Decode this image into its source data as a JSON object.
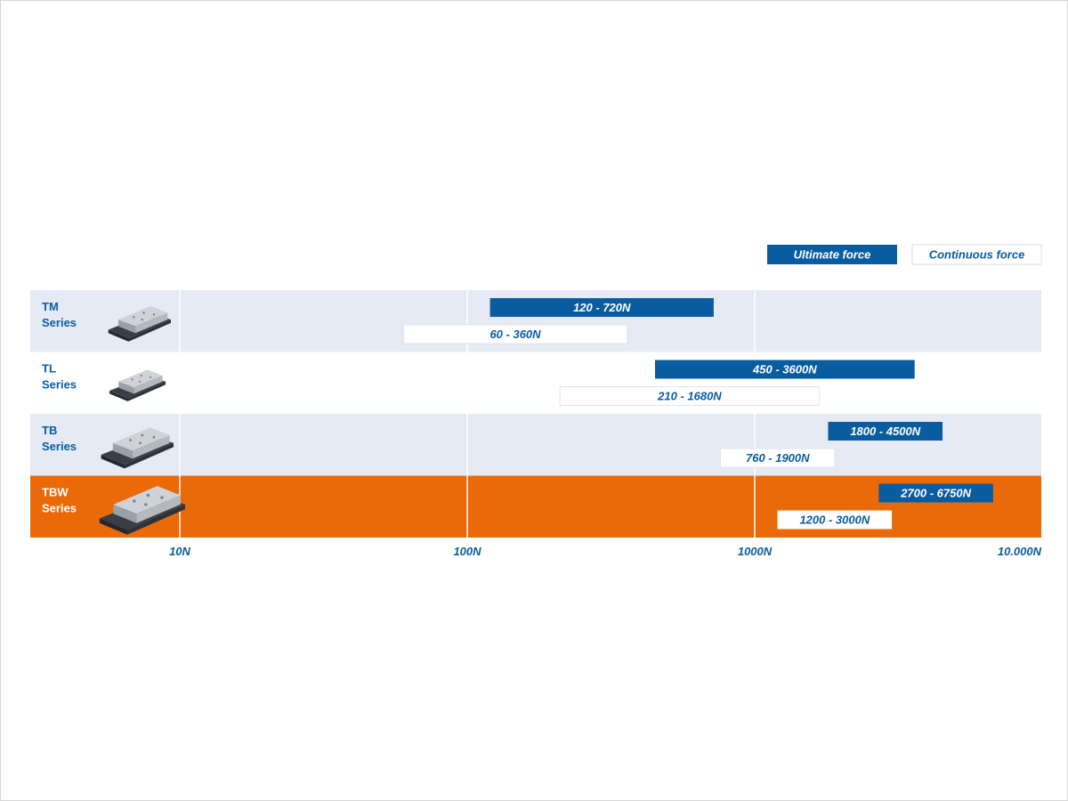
{
  "chart_data": {
    "type": "bar",
    "x_scale": "log",
    "xlim": [
      3,
      10000
    ],
    "x_ticks": [
      {
        "value": 10,
        "label": "10N"
      },
      {
        "value": 100,
        "label": "100N"
      },
      {
        "value": 1000,
        "label": "1000N"
      },
      {
        "value": 10000,
        "label": "10.000N"
      }
    ],
    "legend": {
      "placement": "top-right",
      "entries": [
        {
          "key": "ultimate",
          "label": "Ultimate force"
        },
        {
          "key": "continuous",
          "label": "Continuous force"
        }
      ]
    },
    "grid": true,
    "categories": [
      {
        "name": "TM",
        "sub": "Series",
        "highlight": false
      },
      {
        "name": "TL",
        "sub": "Series",
        "highlight": false
      },
      {
        "name": "TB",
        "sub": "Series",
        "highlight": false
      },
      {
        "name": "TBW",
        "sub": "Series",
        "highlight": true
      }
    ],
    "series": [
      {
        "key": "ultimate",
        "ranges": [
          {
            "min": 120,
            "max": 720,
            "label": "120 - 720N"
          },
          {
            "min": 450,
            "max": 3600,
            "label": "450 - 3600N"
          },
          {
            "min": 1800,
            "max": 4500,
            "label": "1800 - 4500N"
          },
          {
            "min": 2700,
            "max": 6750,
            "label": "2700 - 6750N"
          }
        ]
      },
      {
        "key": "continuous",
        "ranges": [
          {
            "min": 60,
            "max": 360,
            "label": "60 - 360N"
          },
          {
            "min": 210,
            "max": 1680,
            "label": "210 - 1680N"
          },
          {
            "min": 760,
            "max": 1900,
            "label": "760 - 1900N"
          },
          {
            "min": 1200,
            "max": 3000,
            "label": "1200 - 3000N"
          }
        ]
      }
    ]
  },
  "colors": {
    "ultimate": "#0a5ca1",
    "continuous_fill": "#ffffff",
    "continuous_text": "#0a5ca1",
    "row_light": "#e5eaf5",
    "row_white": "#ffffff",
    "row_highlight": "#ea6a0a",
    "grid": "#ffffff",
    "label_text": "#0a5ca1",
    "label_text_highlight": "#ffffff"
  },
  "icons": {
    "product": "linear-motor-stage-icon"
  }
}
